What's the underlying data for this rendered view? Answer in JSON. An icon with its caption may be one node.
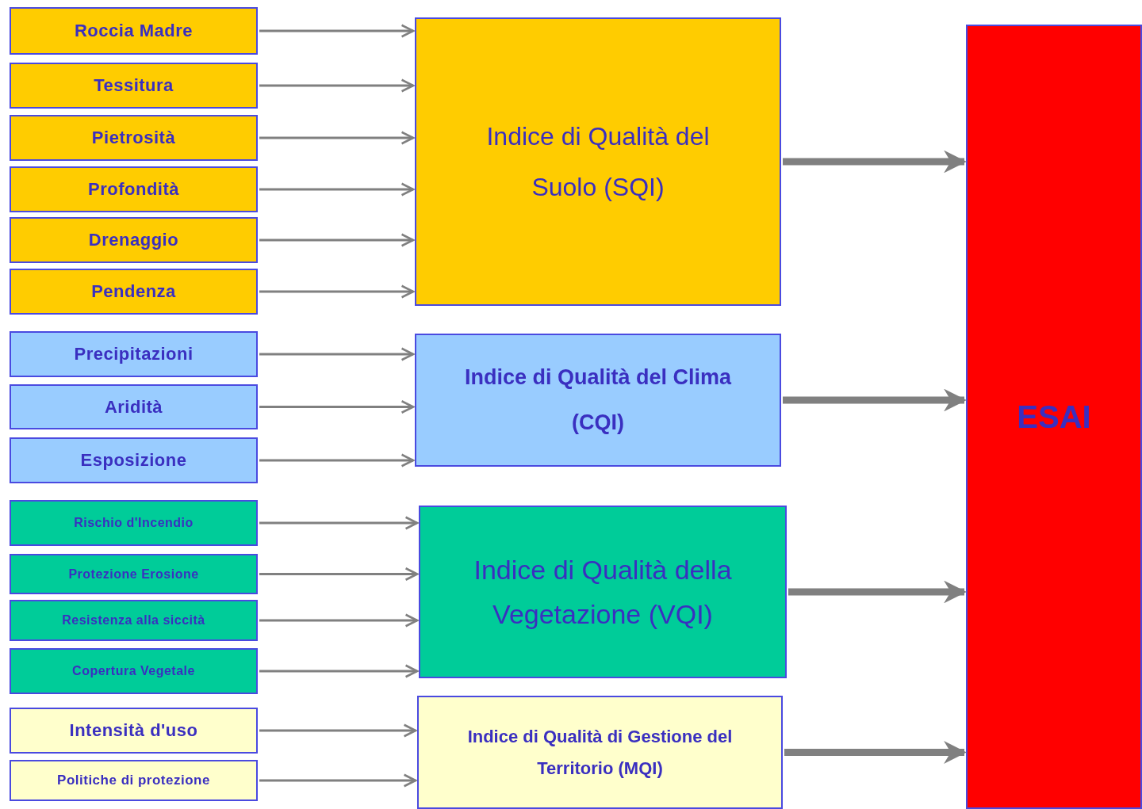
{
  "diagram": {
    "nodes": [
      {
        "text": [
          "Roccia Madre"
        ]
      },
      {
        "text": [
          "Tessitura"
        ]
      },
      {
        "text": [
          "Pietrosità"
        ]
      },
      {
        "text": [
          "Profondità"
        ]
      },
      {
        "text": [
          "Drenaggio"
        ]
      },
      {
        "text": [
          "Pendenza"
        ]
      },
      {
        "text": [
          "Precipitazioni"
        ]
      },
      {
        "text": [
          "Aridità"
        ]
      },
      {
        "text": [
          "Esposizione"
        ]
      },
      {
        "text": [
          "Rischio d'Incendio"
        ]
      },
      {
        "text": [
          "Protezione Erosione"
        ]
      },
      {
        "text": [
          "Resistenza alla siccità"
        ]
      },
      {
        "text": [
          "Copertura Vegetale"
        ]
      },
      {
        "text": [
          "Intensità d'uso"
        ]
      },
      {
        "text": [
          "Politiche di protezione"
        ]
      },
      {
        "text": [
          "Indice di Qualità del Suolo (SQI)"
        ]
      },
      {
        "text": [
          "Indice di Qualità del Clima (CQI)"
        ]
      },
      {
        "text": [
          "Indice di Qualità della Vegetazione (VQI)"
        ]
      },
      {
        "text": [
          "Indice di Qualità di Gestione del Territorio (MQI)"
        ]
      },
      {
        "text": [
          "ESAI"
        ]
      }
    ],
    "edges": [
      {
        "from": 0,
        "to": 15,
        "arrow": "to"
      },
      {
        "from": 1,
        "to": 15,
        "arrow": "to"
      },
      {
        "from": 2,
        "to": 15,
        "arrow": "to"
      },
      {
        "from": 3,
        "to": 15,
        "arrow": "to"
      },
      {
        "from": 4,
        "to": 15,
        "arrow": "to"
      },
      {
        "from": 5,
        "to": 15,
        "arrow": "to"
      },
      {
        "from": 6,
        "to": 16,
        "arrow": "to"
      },
      {
        "from": 7,
        "to": 16,
        "arrow": "to"
      },
      {
        "from": 8,
        "to": 16,
        "arrow": "to"
      },
      {
        "from": 9,
        "to": 17,
        "arrow": "to"
      },
      {
        "from": 10,
        "to": 17,
        "arrow": "to"
      },
      {
        "from": 11,
        "to": 17,
        "arrow": "to"
      },
      {
        "from": 12,
        "to": 17,
        "arrow": "to"
      },
      {
        "from": 13,
        "to": 18,
        "arrow": "to"
      },
      {
        "from": 14,
        "to": 18,
        "arrow": "to"
      },
      {
        "from": 15,
        "to": 19,
        "arrow": "to",
        "style": "thick"
      },
      {
        "from": 16,
        "to": 19,
        "arrow": "to",
        "style": "thick"
      },
      {
        "from": 17,
        "to": 19,
        "arrow": "to",
        "style": "thick"
      },
      {
        "from": 18,
        "to": 19,
        "arrow": "to",
        "style": "thick"
      }
    ]
  }
}
